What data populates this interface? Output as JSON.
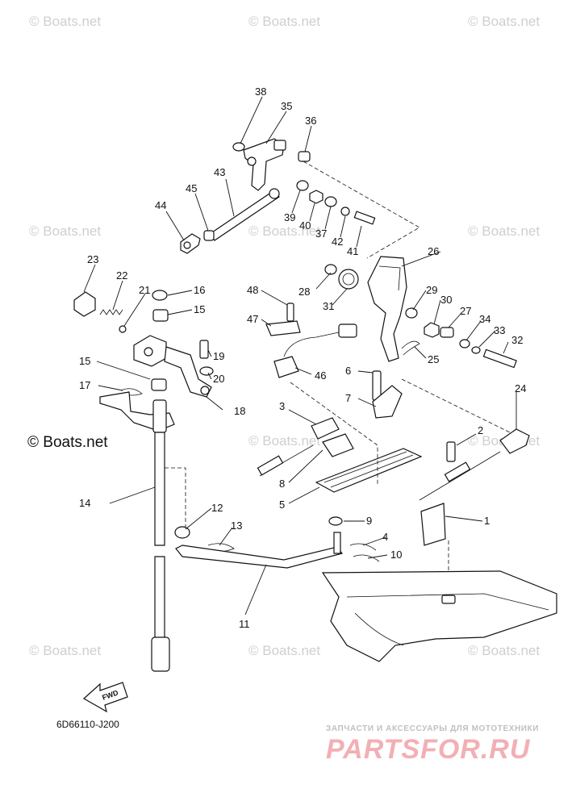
{
  "watermark": {
    "text": "© Boats.net",
    "featured": "© Boats.net"
  },
  "callouts": {
    "c1": "1",
    "c2": "2",
    "c3": "3",
    "c4": "4",
    "c5": "5",
    "c6": "6",
    "c7": "7",
    "c8": "8",
    "c9": "9",
    "c10": "10",
    "c11": "11",
    "c12": "12",
    "c13": "13",
    "c14": "14",
    "c15a": "15",
    "c15b": "15",
    "c16": "16",
    "c17": "17",
    "c18": "18",
    "c19": "19",
    "c20": "20",
    "c21": "21",
    "c22": "22",
    "c23": "23",
    "c24": "24",
    "c25": "25",
    "c26": "26",
    "c27": "27",
    "c28": "28",
    "c29": "29",
    "c30": "30",
    "c31": "31",
    "c32": "32",
    "c33": "33",
    "c34": "34",
    "c35": "35",
    "c36": "36",
    "c37": "37",
    "c38": "38",
    "c39": "39",
    "c40": "40",
    "c41": "41",
    "c42": "42",
    "c43": "43",
    "c44": "44",
    "c45": "45",
    "c46": "46",
    "c47": "47",
    "c48": "48"
  },
  "direction_label": "FWD",
  "diagram_code": "6D66110-J200",
  "footer": {
    "tagline": "ЗАПЧАСТИ И АКСЕССУАРЫ ДЛЯ МОТОТЕХНИКИ",
    "brand": "PARTSFOR.RU"
  }
}
